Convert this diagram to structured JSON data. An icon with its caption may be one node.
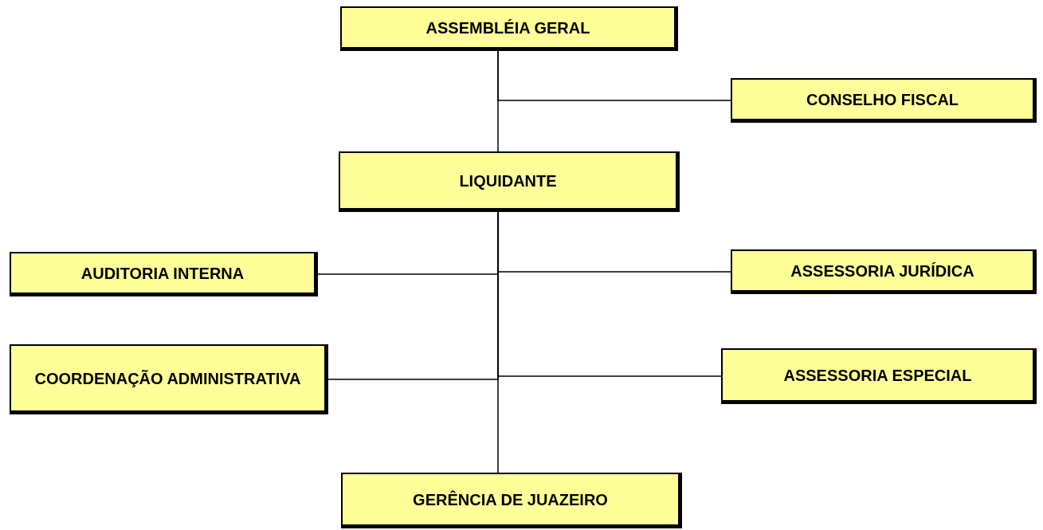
{
  "diagram": {
    "nodes": [
      {
        "text": [
          "ASSEMBLÉIA GERAL"
        ]
      },
      {
        "text": [
          "CONSELHO FISCAL"
        ]
      },
      {
        "text": [
          "LIQUIDANTE"
        ]
      },
      {
        "text": [
          "AUDITORIA INTERNA"
        ]
      },
      {
        "text": [
          "ASSESSORIA JURÍDICA"
        ]
      },
      {
        "text": [
          "COORDENAÇÃO ADMINISTRATIVA"
        ]
      },
      {
        "text": [
          "ASSESSORIA ESPECIAL"
        ]
      },
      {
        "text": [
          "GERÊNCIA DE JUAZEIRO"
        ]
      }
    ],
    "edges": [
      {
        "from": 0,
        "to": 2,
        "arrow": "none"
      },
      {
        "from": 0,
        "to": 1,
        "arrow": "none"
      },
      {
        "from": 2,
        "to": 3,
        "arrow": "none"
      },
      {
        "from": 2,
        "to": 4,
        "arrow": "none"
      },
      {
        "from": 2,
        "to": 5,
        "arrow": "none"
      },
      {
        "from": 2,
        "to": 6,
        "arrow": "none"
      },
      {
        "from": 2,
        "to": 7,
        "arrow": "none"
      }
    ]
  }
}
